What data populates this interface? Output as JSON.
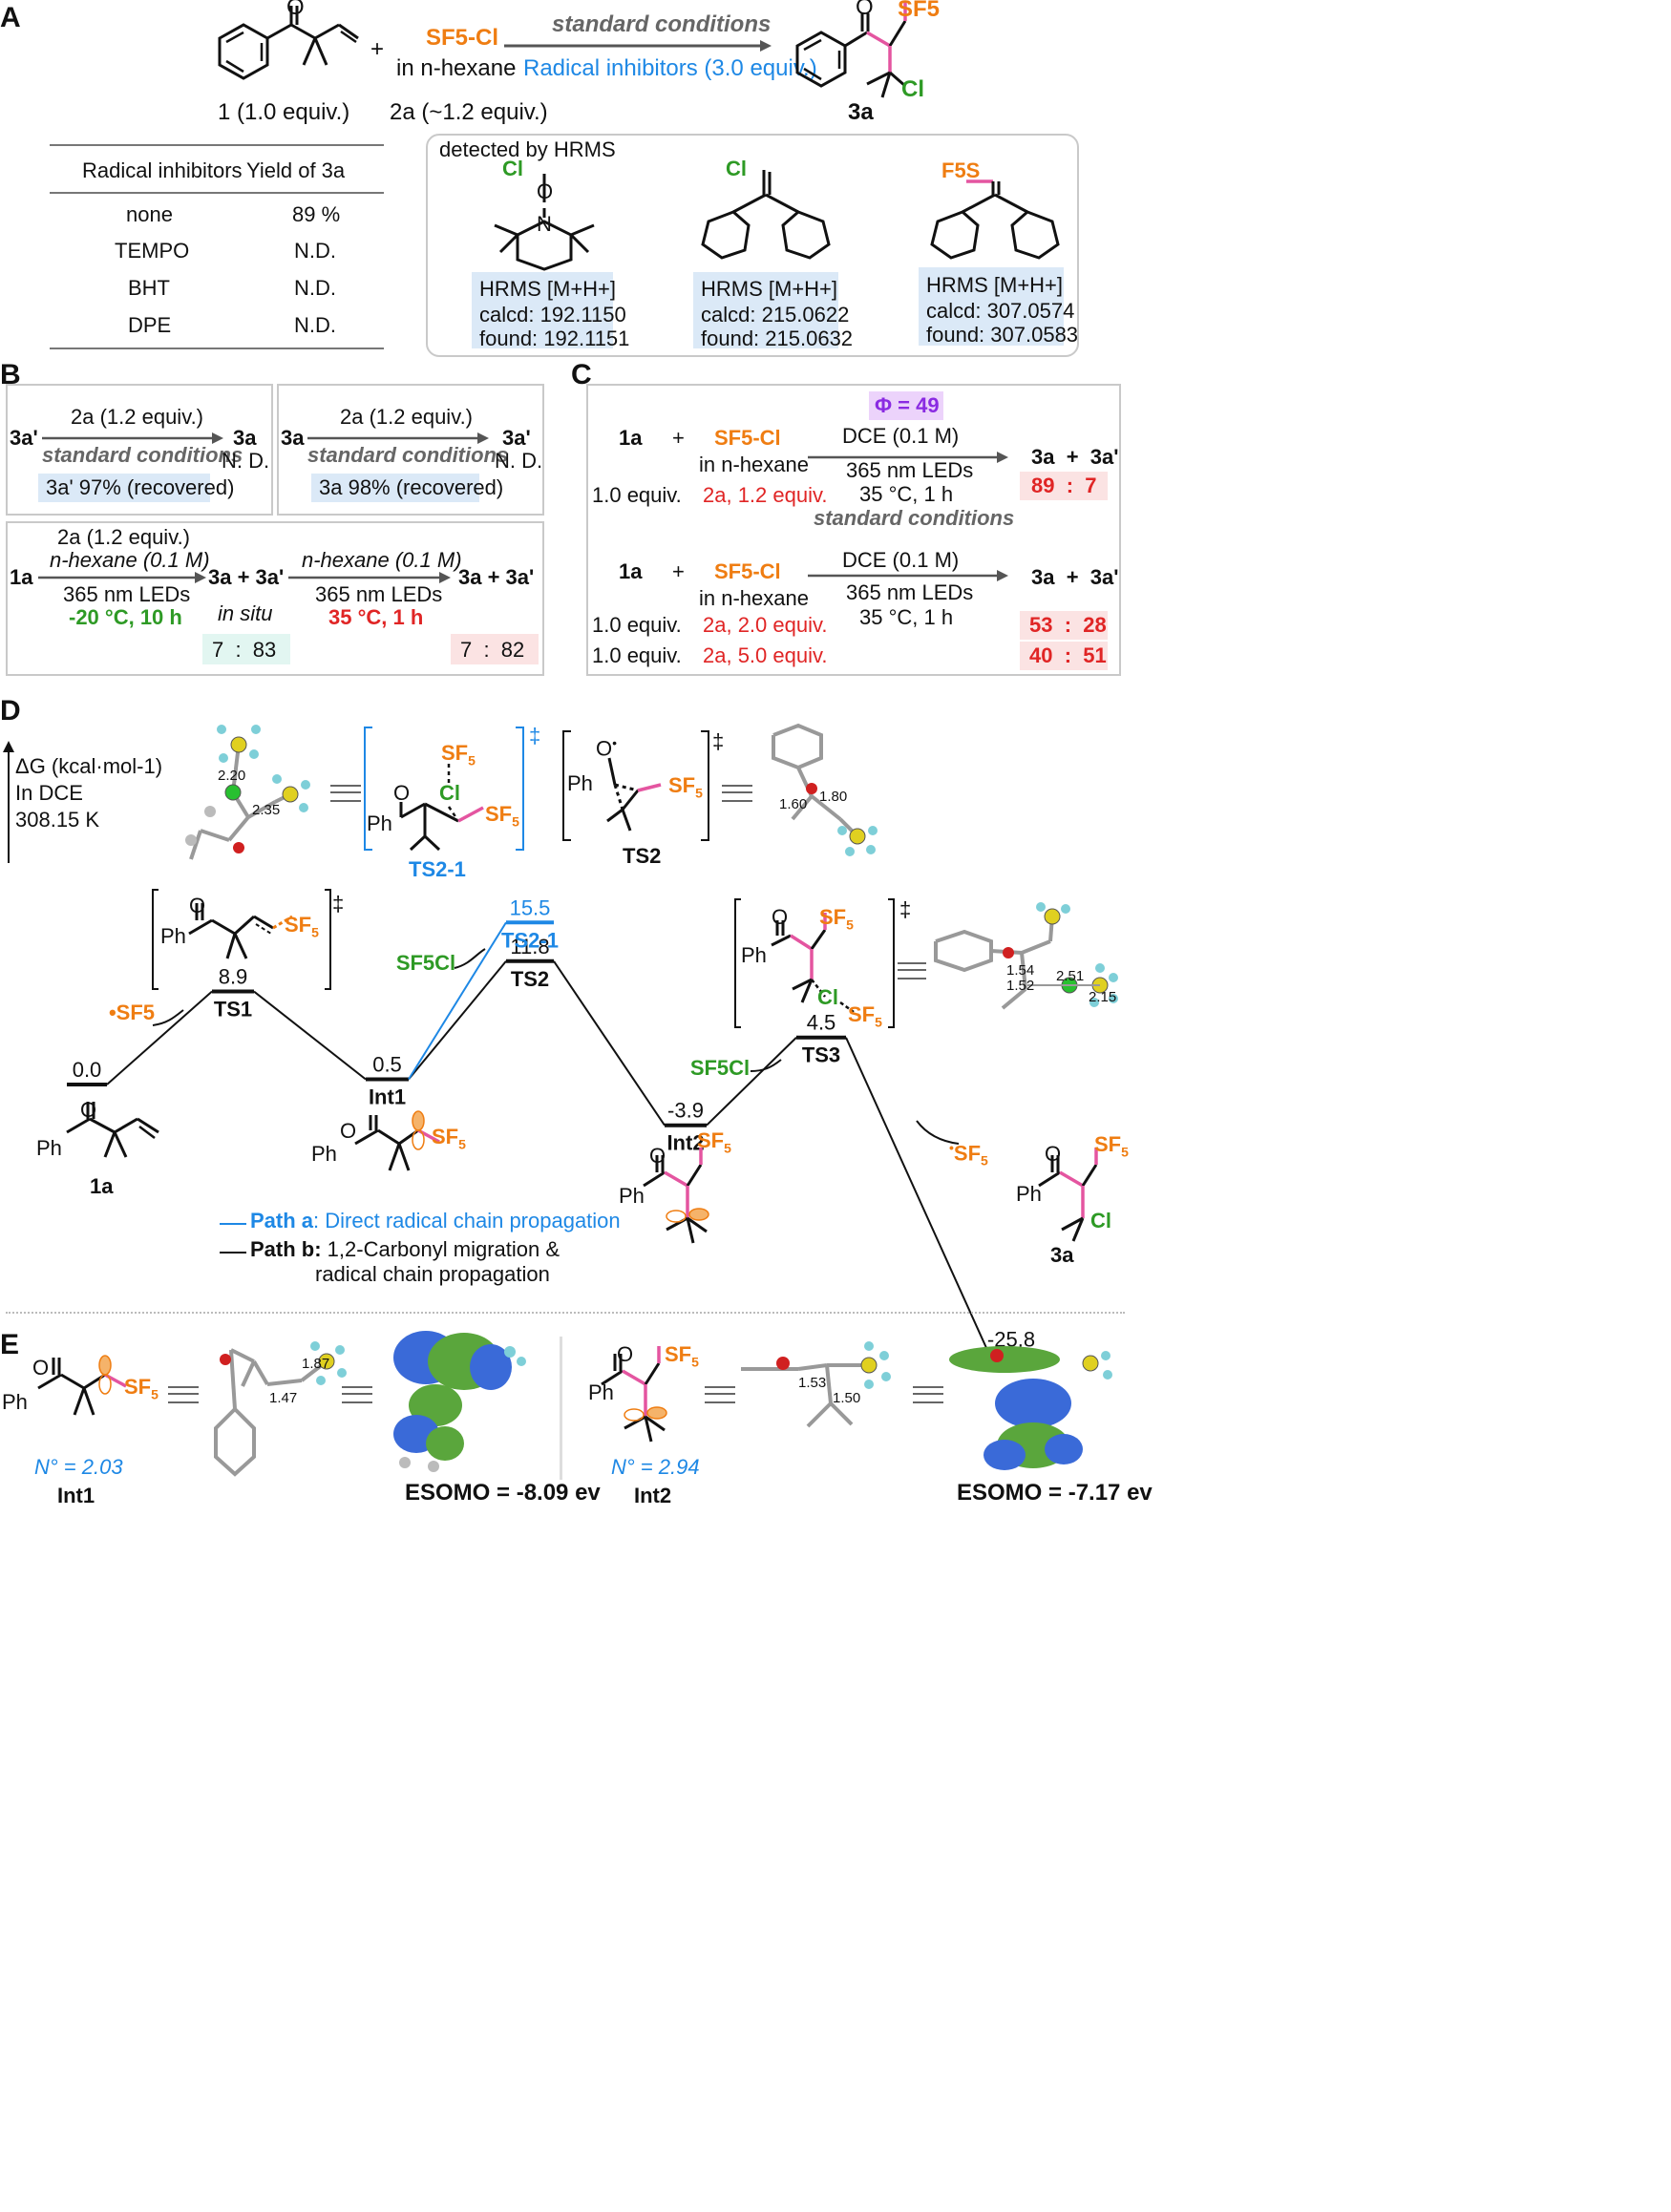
{
  "panel_a": {
    "label": "A",
    "reactant_1": "1 (1.0 equiv.)",
    "plus": "+",
    "reagent_top": "SF5-Cl",
    "reagent_bottom": "in n-hexane",
    "reagent_2": "2a (~1.2 equiv.)",
    "arrow_top": "standard conditions",
    "arrow_bottom": "Radical inhibitors (3.0 equiv.)",
    "product_label": "3a",
    "table_headers": [
      "Radical inhibitors",
      "Yield of 3a"
    ],
    "table_rows": [
      [
        "none",
        "89 %"
      ],
      [
        "TEMPO",
        "N.D."
      ],
      [
        "BHT",
        "N.D."
      ],
      [
        "DPE",
        "N.D."
      ]
    ],
    "hrms_title": "detected by HRMS",
    "hrms": [
      {
        "l1": "HRMS [M+H+]",
        "l2": "calcd: 192.1150",
        "l3": "found: 192.1151"
      },
      {
        "l1": "HRMS [M+H+]",
        "l2": "calcd: 215.0622",
        "l3": "found: 215.0632"
      },
      {
        "l1": "HRMS [M+H+]",
        "l2": "calcd: 307.0574",
        "l3": "found: 307.0583"
      }
    ],
    "structure_labels": {
      "tempo_cl": "Cl",
      "tempo_o": "O",
      "tempo_n": "N",
      "dpe_cl": "Cl",
      "dpe_sf5": "F5S",
      "prod_sf5": "SF5",
      "prod_cl": "Cl",
      "prod_o": "O",
      "react_o": "O"
    }
  },
  "panel_b": {
    "label": "B",
    "exp1": {
      "left": "3a'",
      "top": "2a (1.2 equiv.)",
      "cond": "standard conditions",
      "right": "3a",
      "right2": "N. D.",
      "result": "3a' 97% (recovered)"
    },
    "exp2": {
      "left": "3a",
      "top": "2a (1.2 equiv.)",
      "cond": "standard conditions",
      "right": "3a'",
      "right2": "N. D.",
      "result": "3a 98% (recovered)"
    },
    "exp3": {
      "start": "1a",
      "top1": "2a (1.2 equiv.)",
      "top2": "n-hexane (0.1 M)",
      "bot1": "365 nm LEDs",
      "bot2": "-20 °C, 10 h",
      "mid": "3a + 3a'",
      "insitu": "in situ",
      "ratio1": "7  :  83",
      "top3": "n-hexane (0.1 M)",
      "bot3": "365 nm LEDs",
      "bot4": "35 °C, 1 h",
      "end": "3a + 3a'",
      "ratio2": "7  :  82"
    }
  },
  "panel_c": {
    "label": "C",
    "phi": "Φ = 49",
    "rows": [
      {
        "r1": "1a",
        "plus": "+",
        "reag": "SF5-Cl",
        "sol": "in n-hexane",
        "eq1": "1.0 equiv.",
        "eq2": "2a, 1.2 equiv."
      },
      {
        "r1": "1a",
        "plus": "+",
        "reag": "SF5-Cl",
        "sol": "in n-hexane",
        "eq1": "1.0 equiv.",
        "eq2": "2a, 2.0 equiv.",
        "eq1b": "1.0 equiv.",
        "eq2b": "2a, 5.0 equiv."
      }
    ],
    "cond1": [
      "DCE (0.1 M)",
      "365 nm LEDs",
      "35 °C, 1 h",
      "standard conditions"
    ],
    "cond2": [
      "DCE (0.1 M)",
      "365 nm LEDs",
      "35 °C, 1 h"
    ],
    "products": "3a  +  3a'",
    "ratios": [
      "89  :  7",
      "53  :  28",
      "40  :  51"
    ]
  },
  "panel_d": {
    "label": "D",
    "axis": [
      "ΔG (kcal·mol-1)",
      "In DCE",
      "308.15 K"
    ],
    "levels": [
      {
        "name": "",
        "value": "0.0"
      },
      {
        "name": "TS1",
        "value": "8.9"
      },
      {
        "name": "Int1",
        "value": "0.5"
      },
      {
        "name": "TS2",
        "value": "11.8"
      },
      {
        "name": "TS2-1",
        "value": "15.5"
      },
      {
        "name": "Int2",
        "value": "-3.9"
      },
      {
        "name": "TS3",
        "value": "4.5"
      },
      {
        "name": "",
        "value": "-25.8"
      }
    ],
    "species": {
      "sf5_radical": "•SF5",
      "sf5cl_1": "SF5Cl",
      "sf5cl_2": "SF5Cl",
      "sf5_radical_2": "•SF5",
      "start": "1a",
      "end": "3a",
      "ts2_1_label": "TS2-1",
      "ts2_label": "TS2"
    },
    "bond_lengths": [
      "2.20",
      "2.35",
      "1.60",
      "1.80",
      "1.54",
      "1.52",
      "2.51",
      "2.15"
    ],
    "legend": [
      {
        "key": "Path a",
        "text": ": Direct radical chain propagation",
        "color": "#1e88e5"
      },
      {
        "key": "Path b:",
        "text": " 1,2-Carbonyl migration &",
        "text2": "radical chain propagation",
        "color": "#111111"
      }
    ],
    "dagger": "‡"
  },
  "panel_e": {
    "label": "E",
    "int1": {
      "n": "N° = 2.03",
      "name": "Int1",
      "esomo": "ESOMO = -8.09 ev",
      "bonds": [
        "1.47",
        "1.87"
      ]
    },
    "int2": {
      "n": "N° = 2.94",
      "name": "Int2",
      "esomo": "ESOMO = -7.17 ev",
      "bonds": [
        "1.53",
        "1.50"
      ]
    }
  }
}
